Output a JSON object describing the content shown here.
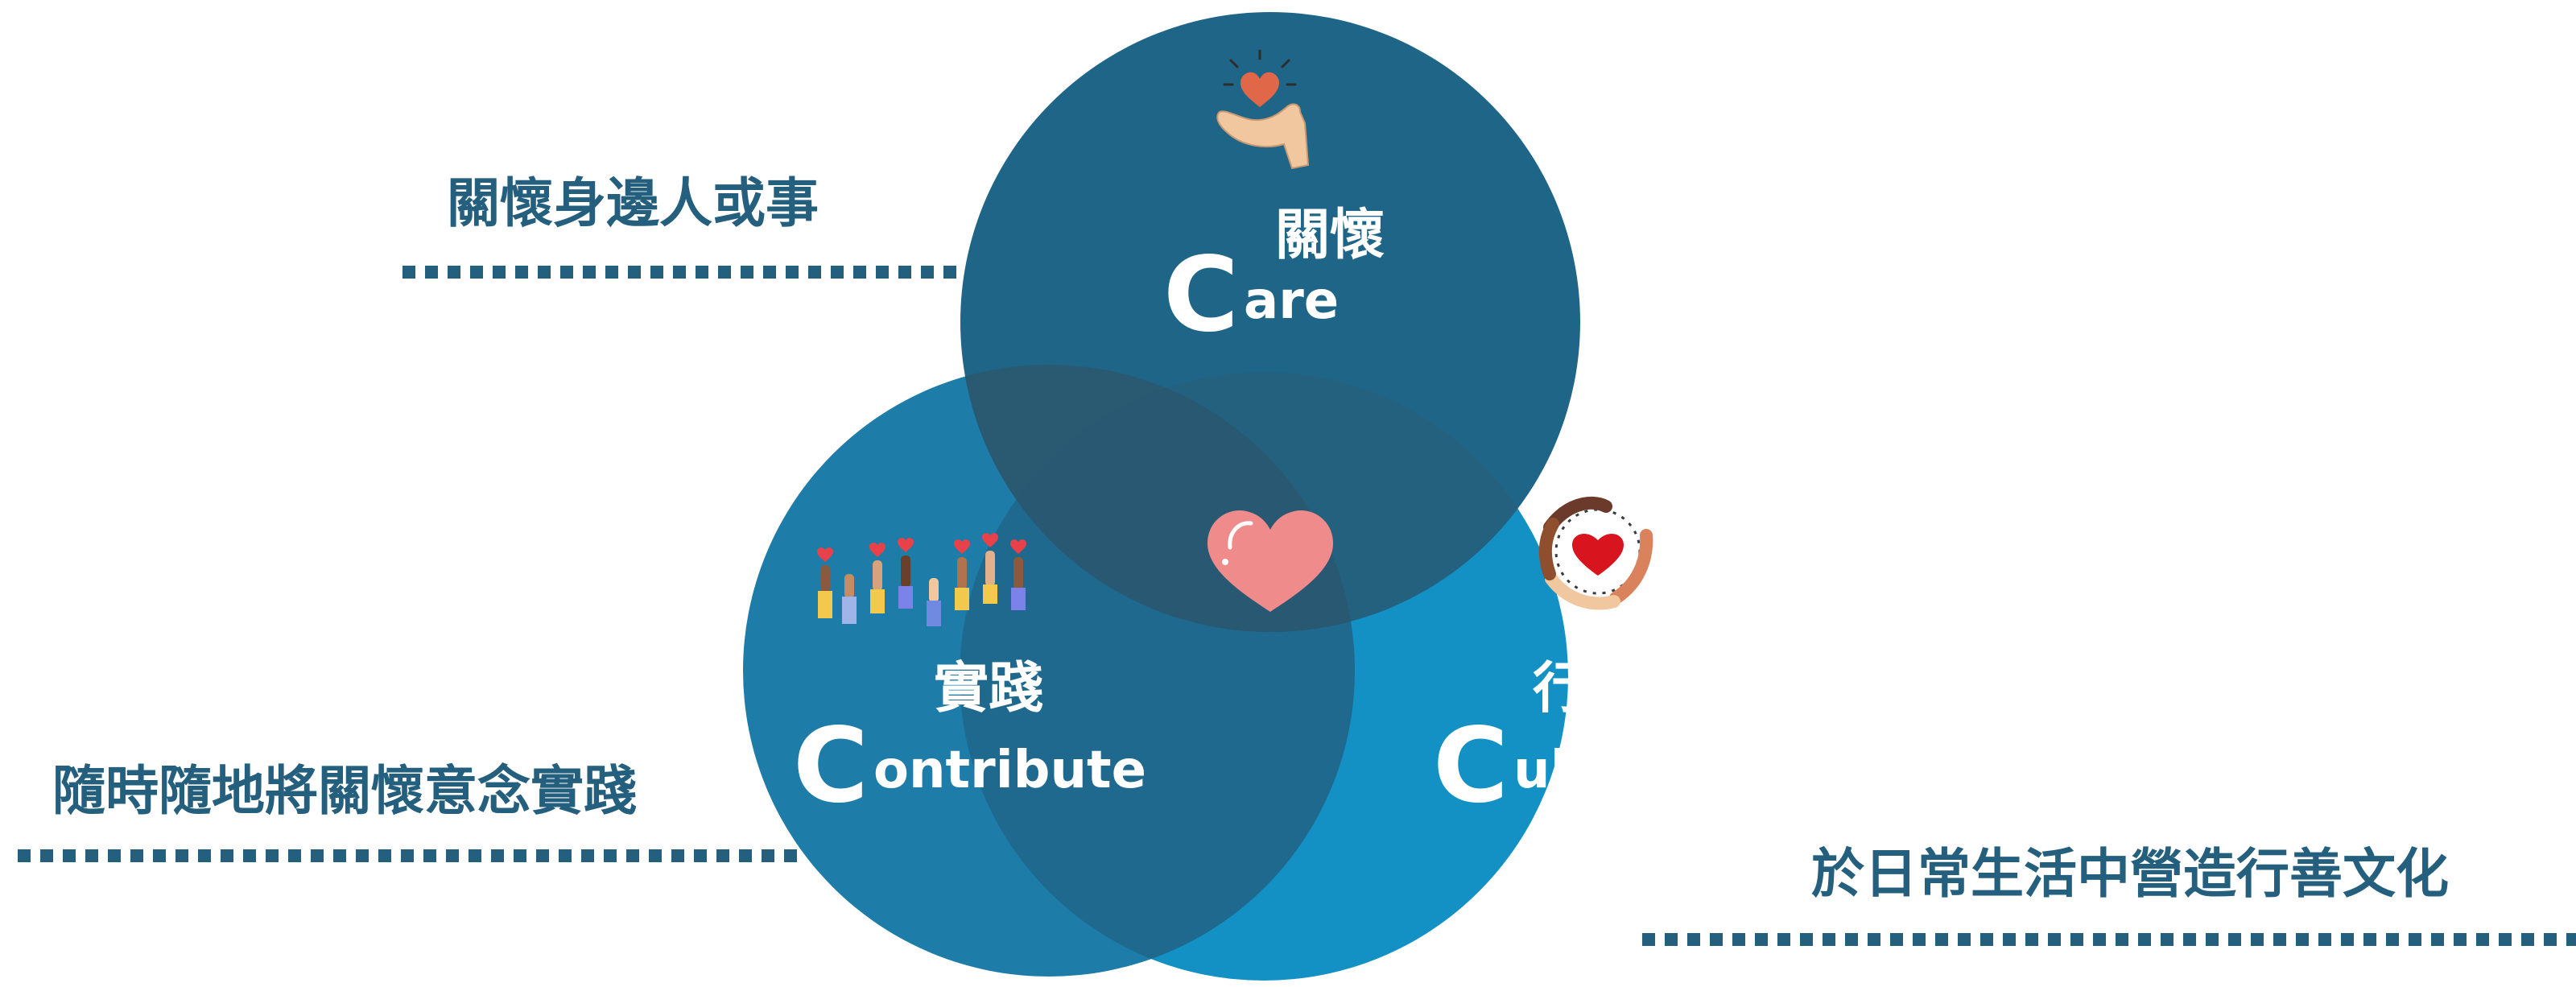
{
  "colors": {
    "care_circle": "#1f6587",
    "contribute_circle": "#1d7ca8",
    "culture_circle": "#1391c4",
    "side_label": "#245f7e",
    "dotted_line": "#245f7e",
    "heart_center": "#f08b8b"
  },
  "care": {
    "chinese": "關懷",
    "initial": "C",
    "rest": "are",
    "description": "關懷身邊人或事",
    "icon": "heart-in-hand-icon"
  },
  "contribute": {
    "chinese": "實踐",
    "initial": "C",
    "rest": "ontribute",
    "description": "隨時隨地將關懷意念實踐",
    "icon": "raised-hands-with-hearts-icon"
  },
  "culture": {
    "chinese": "行善文化",
    "initial": "C",
    "rest": "ulture",
    "description": "於日常生活中營造行善文化",
    "icon": "hands-around-heart-icon"
  },
  "center": {
    "icon": "heart-icon"
  }
}
